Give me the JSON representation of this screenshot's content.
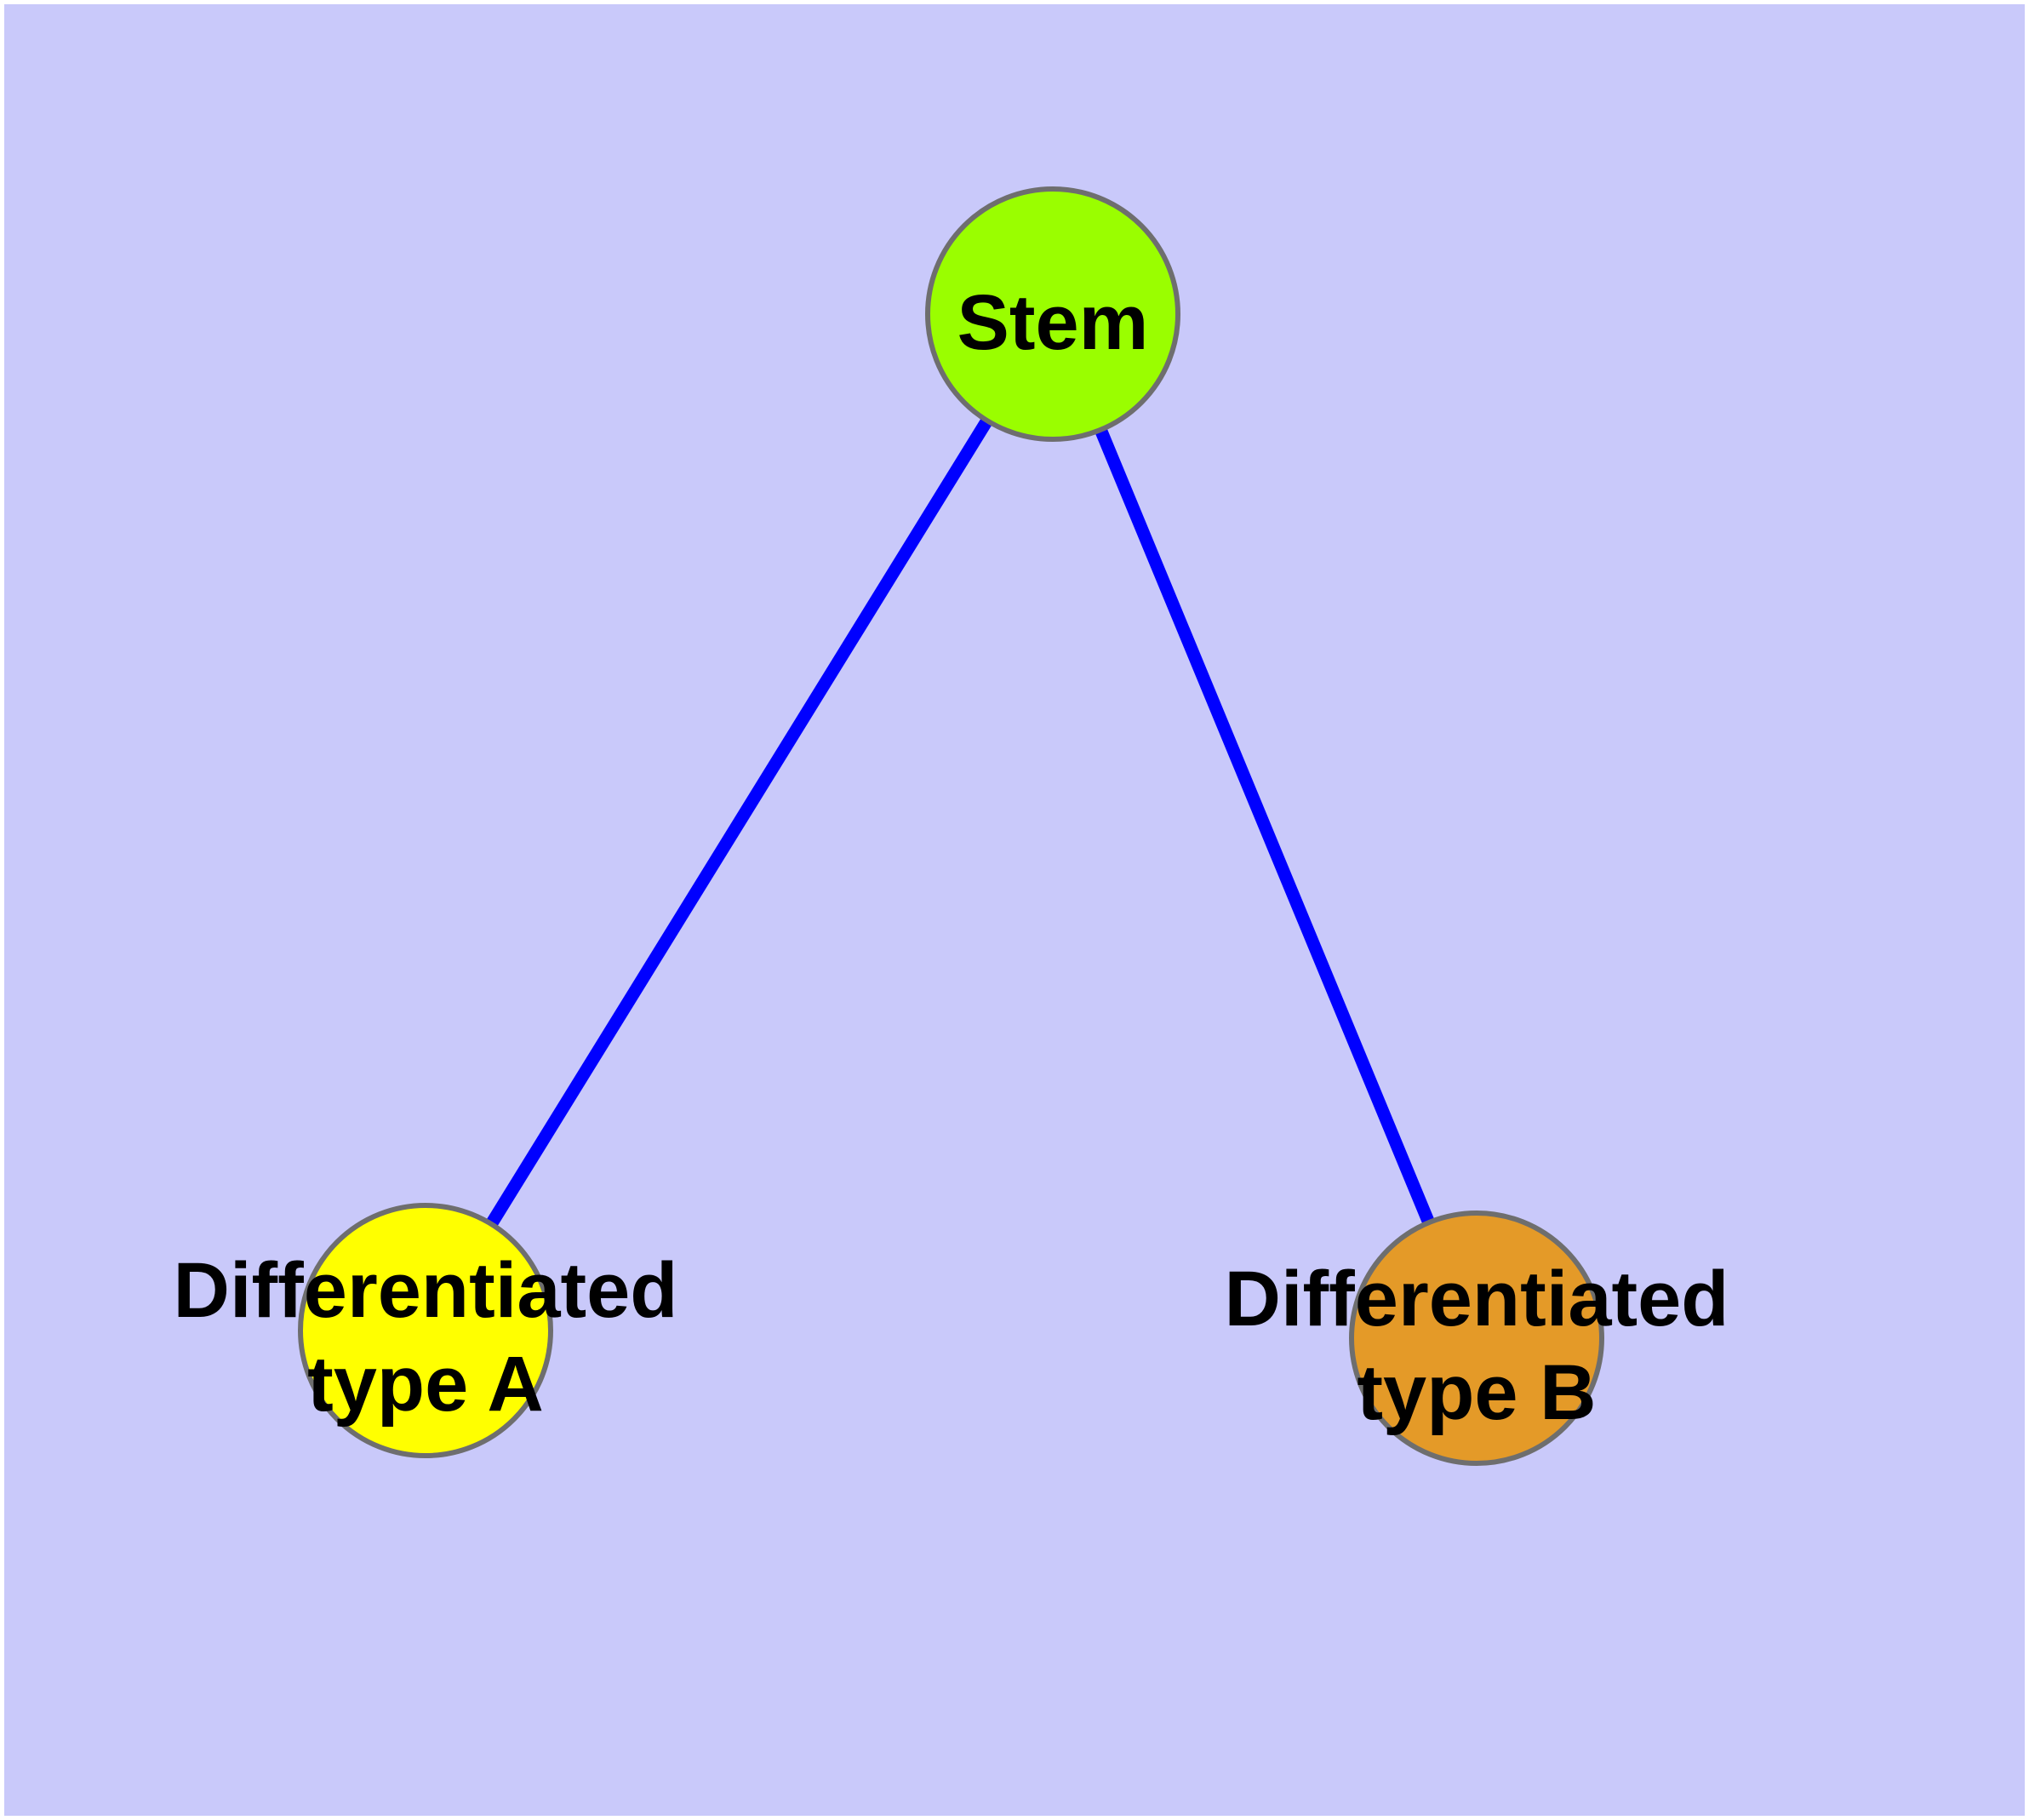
{
  "diagram": {
    "panel_color": "#C9C9FA",
    "edge_color": "#0000FF",
    "node_border_color": "#6E6E6E",
    "label_color": "#000000",
    "nodes": [
      {
        "id": "stem",
        "label": "Stem",
        "color": "#9AFE00"
      },
      {
        "id": "differentiated-type-a",
        "label": "Differentiated type A",
        "label_line1": "Differentiated",
        "label_line2": "type A",
        "color": "#FFFF00"
      },
      {
        "id": "differentiated-type-b",
        "label": "Differentiated type B",
        "label_line1": "Differentiated",
        "label_line2": "type B",
        "color": "#E49A28"
      }
    ],
    "edges": [
      {
        "from": "stem",
        "to": "differentiated-type-a"
      },
      {
        "from": "stem",
        "to": "differentiated-type-b"
      }
    ]
  }
}
